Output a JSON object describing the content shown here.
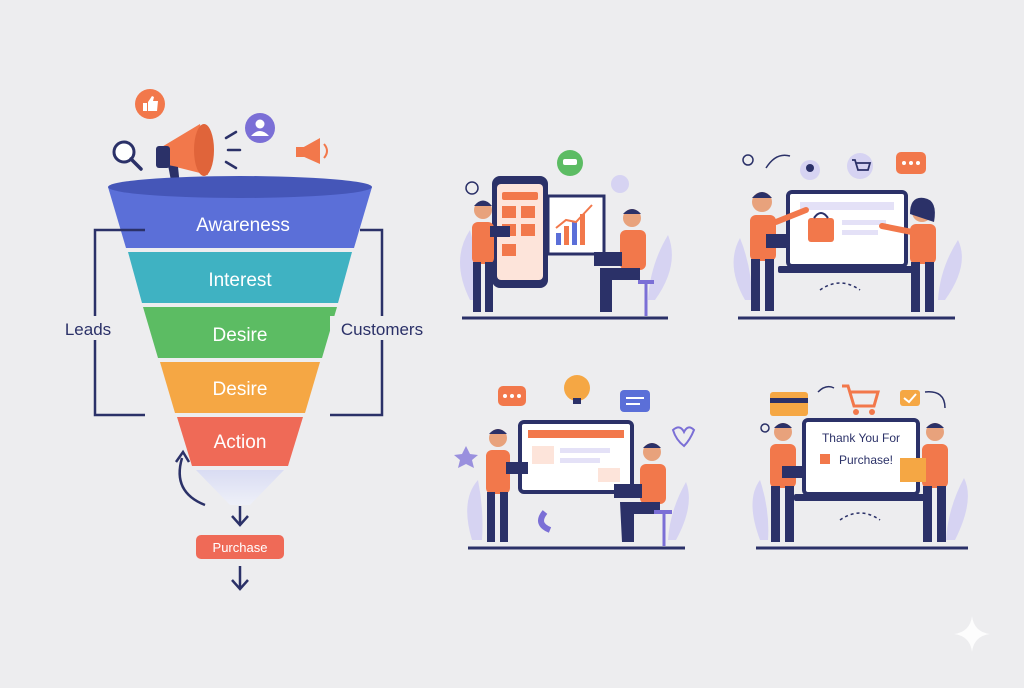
{
  "funnel": {
    "stages": [
      {
        "label": "Awareness",
        "color": "#5b6fd8"
      },
      {
        "label": "Interest",
        "color": "#3fb2c2"
      },
      {
        "label": "Desire",
        "color": "#5cbc63"
      },
      {
        "label": "Desire",
        "color": "#f5a744"
      },
      {
        "label": "Action",
        "color": "#ef6a57"
      }
    ],
    "left_label": "Leads",
    "right_label": "Customers",
    "purchase_label": "Purchase"
  },
  "scenes": {
    "thank_you_line1": "Thank You For",
    "thank_you_line2": "Purchase!"
  },
  "colors": {
    "navy": "#2b3168",
    "orange": "#f2784b",
    "purple": "#7b6fd6",
    "background": "#ededef"
  }
}
